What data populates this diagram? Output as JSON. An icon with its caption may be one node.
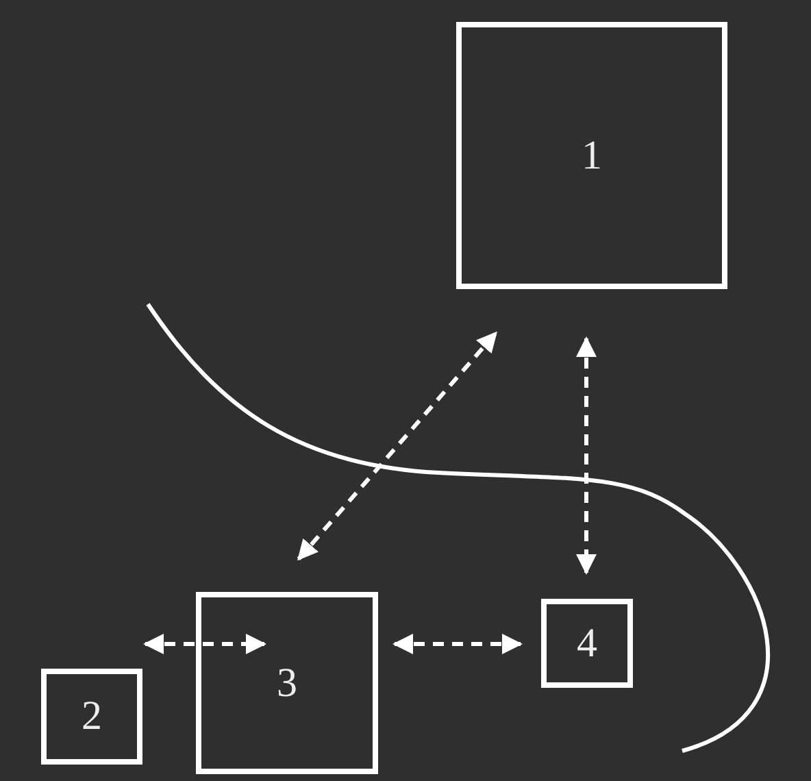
{
  "diagram": {
    "nodes": [
      {
        "text": [
          "1"
        ]
      },
      {
        "text": [
          "2"
        ]
      },
      {
        "text": [
          "3"
        ]
      },
      {
        "text": [
          "4"
        ]
      }
    ],
    "edges": [
      {
        "from": 2,
        "to": 0,
        "arrow": "both",
        "style": "dashed"
      },
      {
        "from": 0,
        "to": 3,
        "arrow": "both",
        "style": "dashed"
      },
      {
        "from": 2,
        "to": 3,
        "arrow": "both",
        "style": "dashed"
      },
      {
        "from": 1,
        "to": 2,
        "arrow": "both",
        "style": "dashed"
      }
    ]
  }
}
